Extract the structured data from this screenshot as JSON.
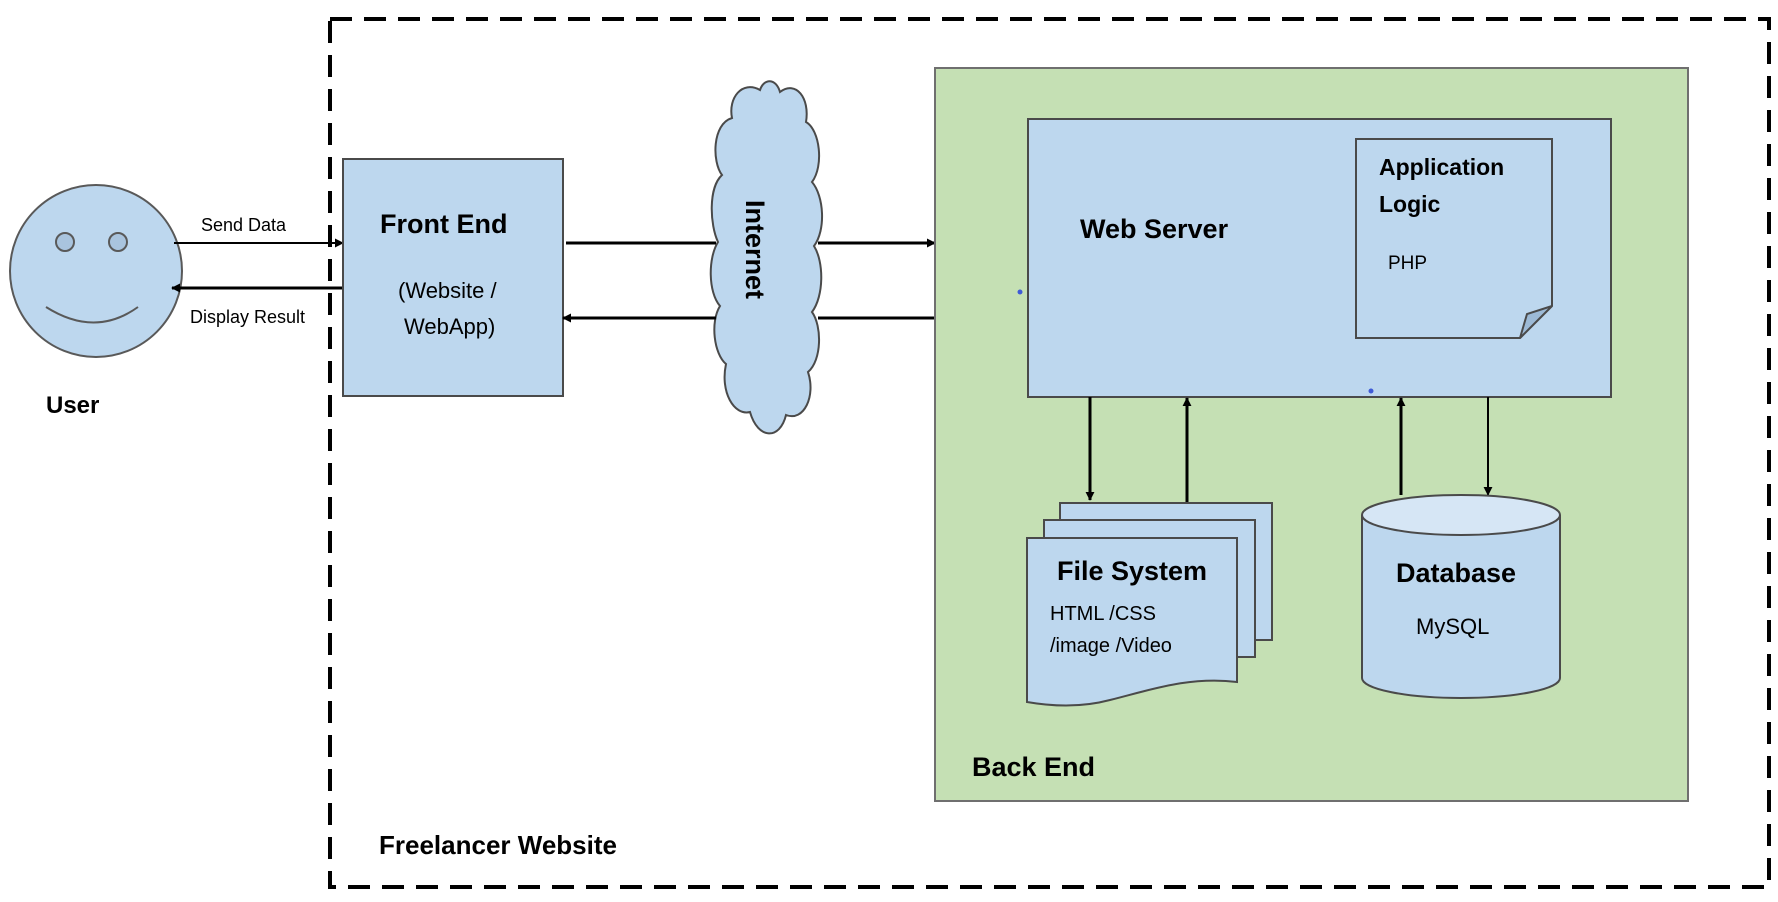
{
  "colors": {
    "box_fill": "#bdd7ee",
    "box_stroke": "#4a4a4a",
    "backend_fill": "#c5e0b4",
    "backend_stroke": "#6f6f6f",
    "db_top_fill": "#d6e6f5",
    "line": "#000000",
    "dot": "#3f5bd6"
  },
  "labels": {
    "user": "User",
    "send_data": "Send Data",
    "display_result": "Display Result",
    "front_end_title": "Front End",
    "front_end_sub1": "(Website /",
    "front_end_sub2": "WebApp)",
    "internet": "Internet",
    "web_server": "Web Server",
    "app_logic_line1": "Application",
    "app_logic_line2": "Logic",
    "php": "PHP",
    "file_system_title": "File System",
    "file_system_line1": "HTML /CSS",
    "file_system_line2": "/image /Video",
    "database_title": "Database",
    "database_sub": "MySQL",
    "back_end": "Back End",
    "freelancer_website": "Freelancer Website"
  }
}
